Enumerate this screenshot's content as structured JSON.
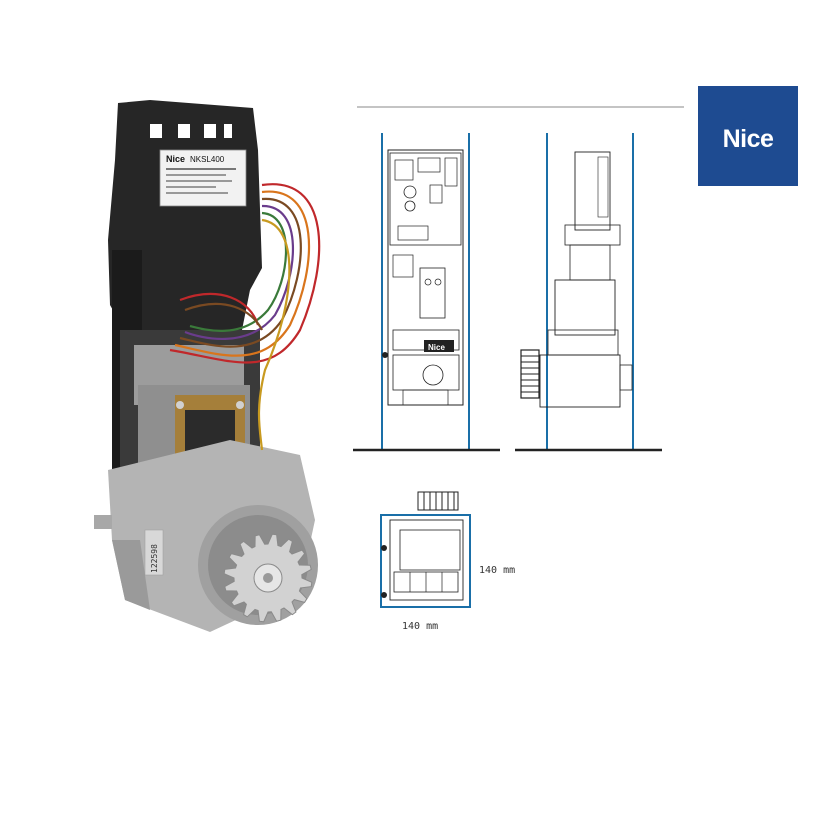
{
  "brand": {
    "logo_text": "Nice",
    "color": "#1e4b91"
  },
  "product_label": {
    "brand": "Nice",
    "model": "NKSL400",
    "serial": "122598"
  },
  "dimensions": {
    "height": "140 mm",
    "width": "140 mm"
  },
  "colors": {
    "housing": "#2a2a2a",
    "metal": "#b9b9b9",
    "gear": "#cfcfcf",
    "drawing_lines": "#1a6fa8",
    "drawing_ink": "#222222",
    "wire_red": "#c0282b",
    "wire_orange": "#d9751c",
    "wire_brown": "#7a4a22",
    "wire_purple": "#6a3c8c"
  }
}
